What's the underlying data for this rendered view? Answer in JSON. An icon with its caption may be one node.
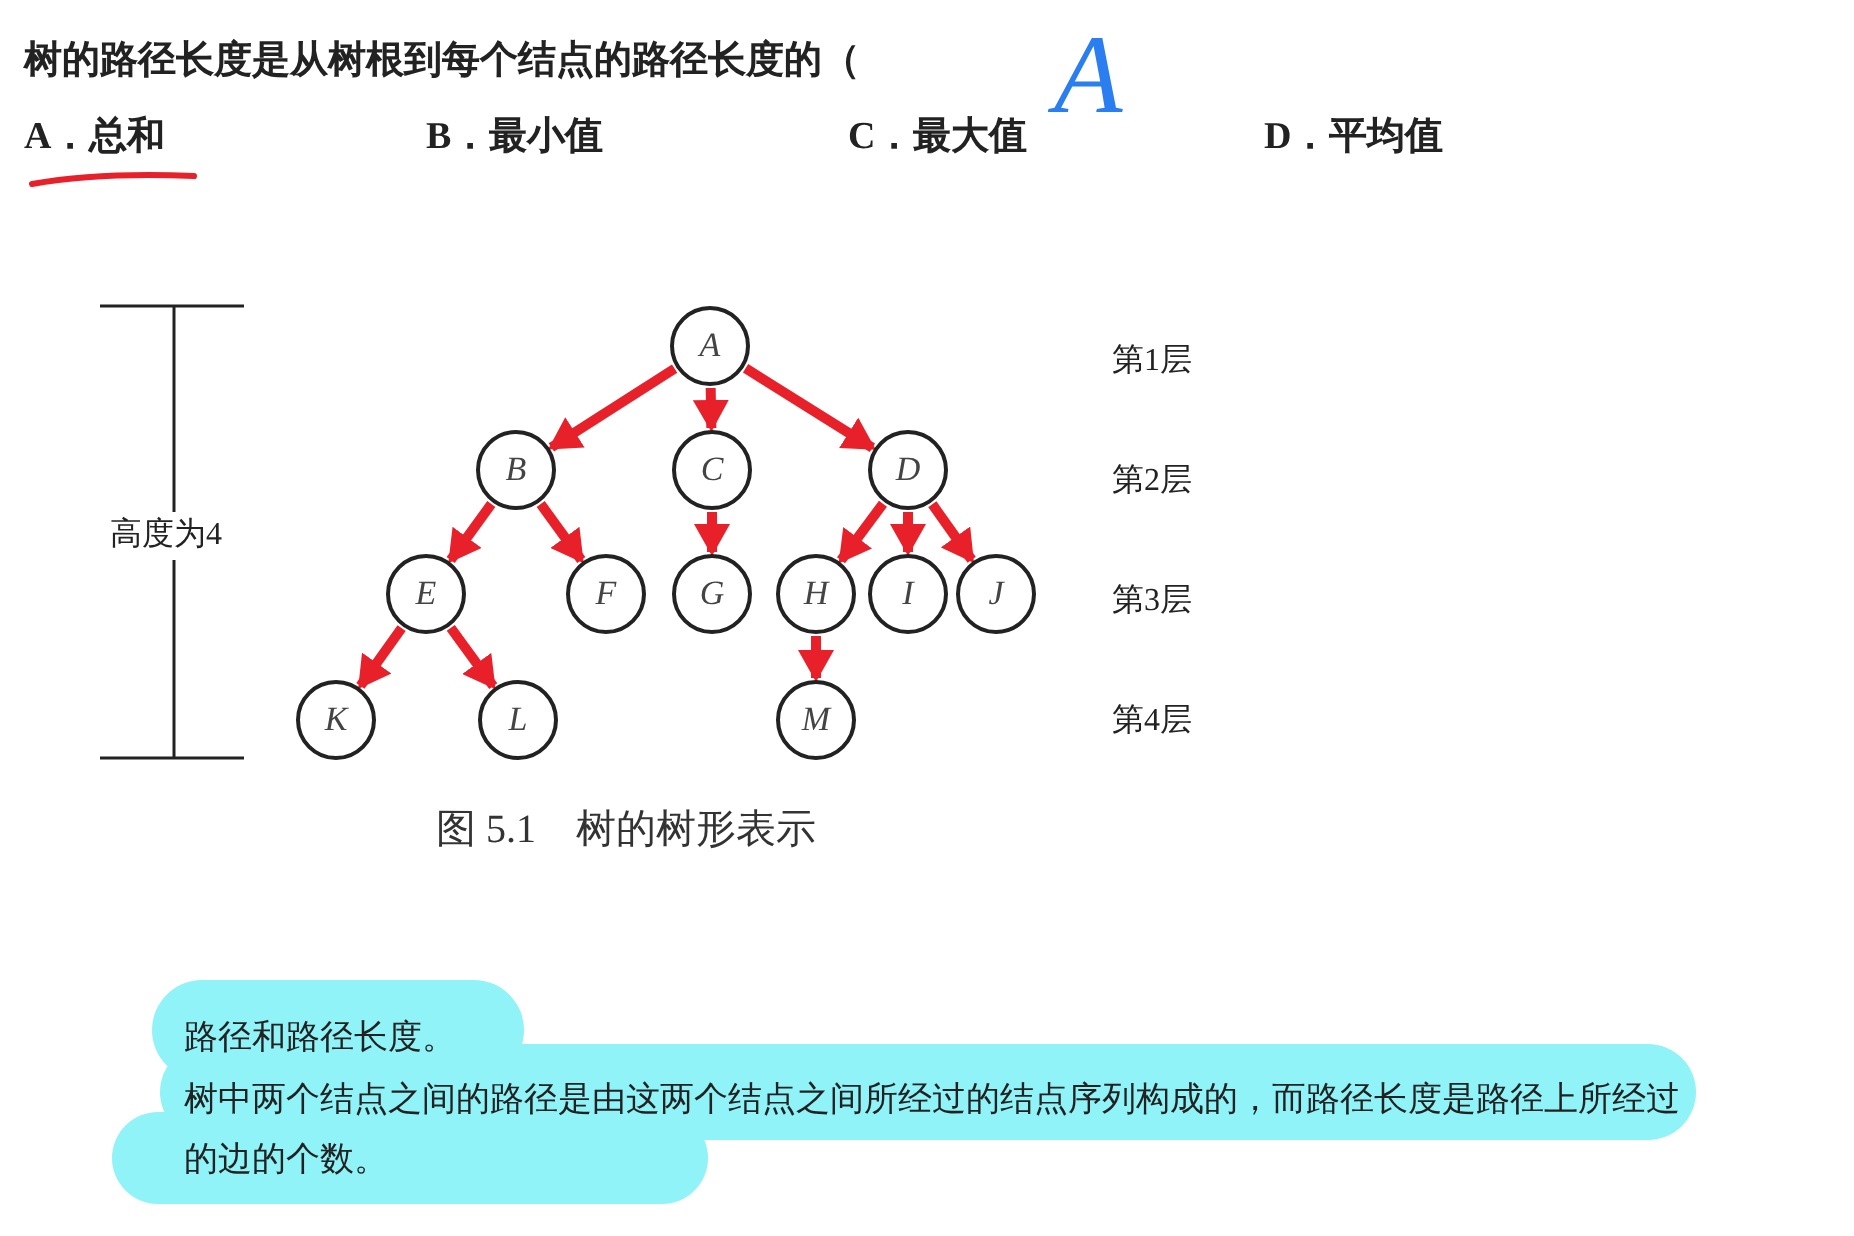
{
  "diagram": {
    "caption": "图 5.1　树的树形表示",
    "nodes": [
      {
        "text": [
          "A"
        ]
      },
      {
        "text": [
          "B"
        ]
      },
      {
        "text": [
          "C"
        ]
      },
      {
        "text": [
          "D"
        ]
      },
      {
        "text": [
          "E"
        ]
      },
      {
        "text": [
          "F"
        ]
      },
      {
        "text": [
          "G"
        ]
      },
      {
        "text": [
          "H"
        ]
      },
      {
        "text": [
          "I"
        ]
      },
      {
        "text": [
          "J"
        ]
      },
      {
        "text": [
          "K"
        ]
      },
      {
        "text": [
          "L"
        ]
      },
      {
        "text": [
          "M"
        ]
      }
    ],
    "edges": [
      {
        "from": 0,
        "to": 1,
        "arrow": "to"
      },
      {
        "from": 0,
        "to": 2,
        "arrow": "to"
      },
      {
        "from": 0,
        "to": 3,
        "arrow": "to"
      },
      {
        "from": 1,
        "to": 4,
        "arrow": "to"
      },
      {
        "from": 1,
        "to": 5,
        "arrow": "to"
      },
      {
        "from": 2,
        "to": 6,
        "arrow": "to"
      },
      {
        "from": 3,
        "to": 7,
        "arrow": "to"
      },
      {
        "from": 3,
        "to": 8,
        "arrow": "to"
      },
      {
        "from": 3,
        "to": 9,
        "arrow": "to"
      },
      {
        "from": 4,
        "to": 10,
        "arrow": "to"
      },
      {
        "from": 4,
        "to": 11,
        "arrow": "to"
      },
      {
        "from": 7,
        "to": 12,
        "arrow": "to"
      }
    ],
    "labels": [
      "树的路径长度是从树根到每个结点的路径长度的（",
      "A",
      "A．总和",
      "B．最小值",
      "C．最大值",
      "D．平均值",
      "第1层",
      "第2层",
      "高度为4",
      "第3层",
      "第4层",
      "路径和路径长度。",
      "树中两个结点之间的路径是由这两个结点之间所经过的结点序列构成的，而路径长度是路径上所经过的边的个数。"
    ]
  }
}
